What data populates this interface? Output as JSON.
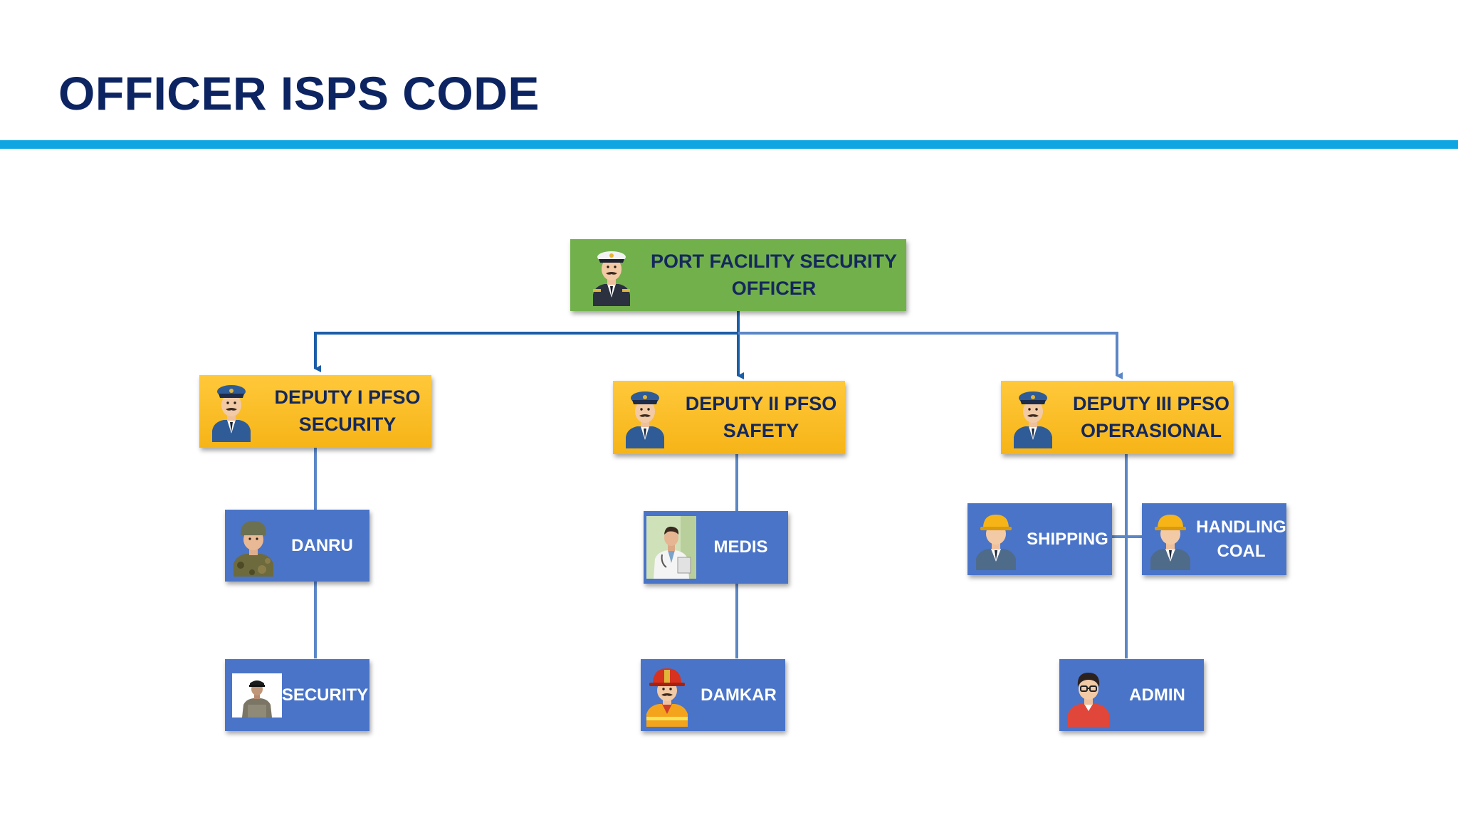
{
  "slide": {
    "title": "OFFICER ISPS CODE"
  },
  "colors": {
    "title": "#0c2461",
    "rule": "#0ea5e2",
    "root_box": "#72b04c",
    "deputy_box": "#f6b417",
    "unit_box": "#4a74c8",
    "connector": "#5b87c7"
  },
  "org_chart": {
    "root": {
      "label_line1": "PORT FACILITY SECURITY",
      "label_line2": "OFFICER",
      "icon": "captain-officer-icon"
    },
    "deputies": [
      {
        "label_line1": "DEPUTY I PFSO",
        "label_line2": "SECURITY",
        "icon": "police-officer-icon",
        "units": [
          {
            "label": "DANRU",
            "icon": "soldier-icon"
          },
          {
            "label": "SECURITY",
            "icon": "security-guard-photo"
          }
        ]
      },
      {
        "label_line1": "DEPUTY II PFSO",
        "label_line2": "SAFETY",
        "icon": "police-officer-icon",
        "units": [
          {
            "label": "MEDIS",
            "icon": "doctor-photo"
          },
          {
            "label": "DAMKAR",
            "icon": "firefighter-icon"
          }
        ]
      },
      {
        "label_line1": "DEPUTY III PFSO",
        "label_line2": "OPERASIONAL",
        "icon": "police-officer-icon",
        "units": [
          {
            "label": "SHIPPING",
            "icon": "construction-worker-icon"
          },
          {
            "label_line1": "HANDLING",
            "label_line2": "COAL",
            "icon": "construction-worker-icon"
          },
          {
            "label": "ADMIN",
            "icon": "office-worker-icon"
          }
        ]
      }
    ]
  }
}
